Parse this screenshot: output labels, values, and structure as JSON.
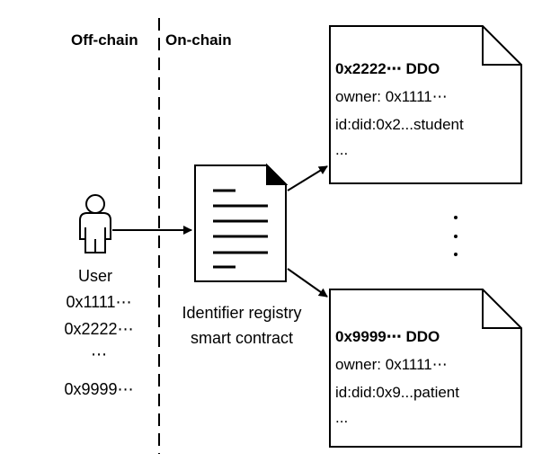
{
  "zones": {
    "off_chain_label": "Off-chain",
    "on_chain_label": "On-chain"
  },
  "user": {
    "icon": "person-icon",
    "label": "User",
    "addresses": [
      "0x1111⋯",
      "0x2222⋯",
      "⋯",
      "0x9999⋯"
    ]
  },
  "contract": {
    "icon": "document-icon",
    "line1": "Identifier registry",
    "line2": "smart contract"
  },
  "ddo_top": {
    "title": "0x2222⋯ DDO",
    "owner": "owner: 0x1111⋯",
    "id": "id:did:0x2...student",
    "more": "..."
  },
  "ddo_bottom": {
    "title": "0x9999⋯ DDO",
    "owner": "owner: 0x1111⋯",
    "id": "id:did:0x9...patient",
    "more": "..."
  },
  "colors": {
    "stroke": "#000000",
    "background": "#ffffff"
  }
}
